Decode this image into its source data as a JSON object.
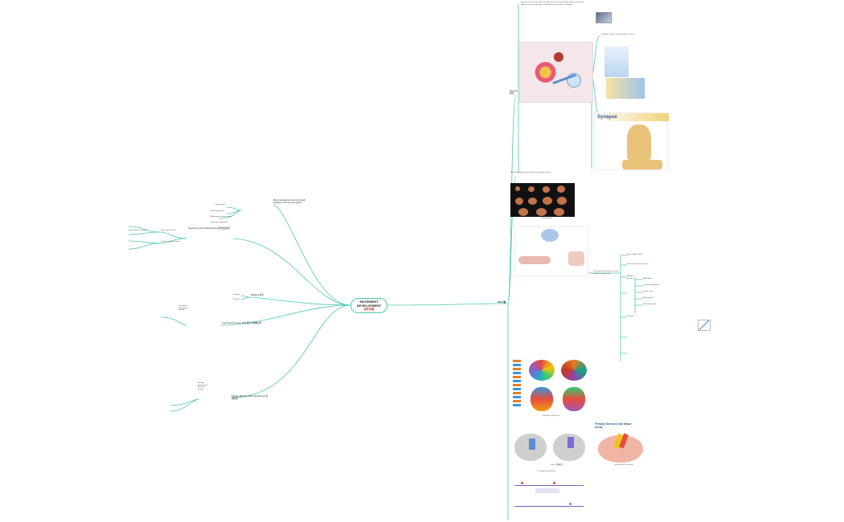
{
  "root": {
    "title_line1": "MOVEMENT",
    "title_line2": "DEVELOPMENT",
    "title_line3": "动作发展"
  },
  "right": {
    "branch_neuron": "Neurons 神经",
    "branch_brain": "Brain 脑",
    "synapse_title": "Synapse",
    "sensory_title": "Primary Sensory and Motor Areas",
    "cortex_caption": "Cortex 大脑皮层",
    "motor_caption": "motor areas of the brain",
    "lobes_caption": "The lobes of the brain",
    "timeline_caption": "Developmental timeline",
    "neuron_notes": [
      "Neurons transmit information through electrical and chemical signals along axons",
      "Myelin sheath speeds signal conduction between nodes of Ranvier",
      "Dendrites receive input from other neurons"
    ],
    "list_title": "Developmental changes in brain structure and function",
    "list_items": [
      "Brain weight at birth",
      "Neural connections 2 years",
      "Synaptic pruning",
      "Myelination",
      "Cortical development",
      "Visual cortex",
      "Motor cortex",
      "Prefrontal cortex",
      "Plasticity"
    ]
  },
  "left": {
    "b1": "Motor development occurs through changes in the nervous system",
    "b1_sub": [
      "Brain growth",
      "Neural pathways",
      "Myelination of motor nerves",
      "Experience dependent"
    ],
    "b2": "Theories of motor development 动作发展理论",
    "b2_sub": [
      "Maturational theory",
      "Dynamic systems theory",
      "Information processing"
    ],
    "b3": "Reflexes 反射",
    "b3_sub": [
      "Primitive",
      "Postural"
    ],
    "b4": "Gross and fine motor skills 粗大与精细动作",
    "b4_sub": [
      "Locomotion",
      "Manipulation",
      "Stability"
    ],
    "b5": "Factors affecting motor development 影响因素",
    "b5_sub": [
      "Heredity",
      "Environment",
      "Nutrition",
      "Practice"
    ]
  },
  "colors": {
    "edge": "#4fc6b3",
    "root_border": "#4fc6b3",
    "accent": "#c0392b",
    "synapse_band": "#f3d27a"
  }
}
